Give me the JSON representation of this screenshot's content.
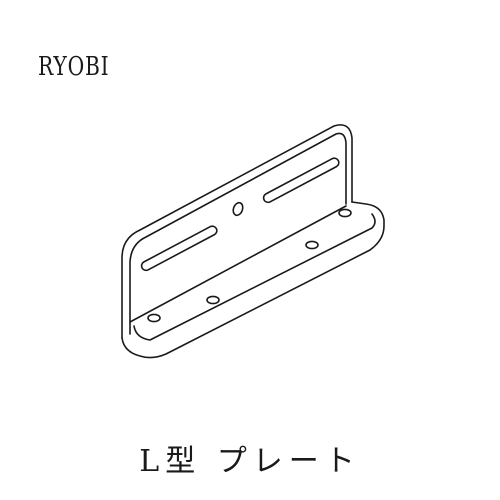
{
  "brand": {
    "name": "RYOBI"
  },
  "product": {
    "name": "L型 プレート",
    "illustration": "l-shaped-bracket-illustration"
  },
  "colors": {
    "ink": "#1a1a1a",
    "background": "#ffffff"
  }
}
